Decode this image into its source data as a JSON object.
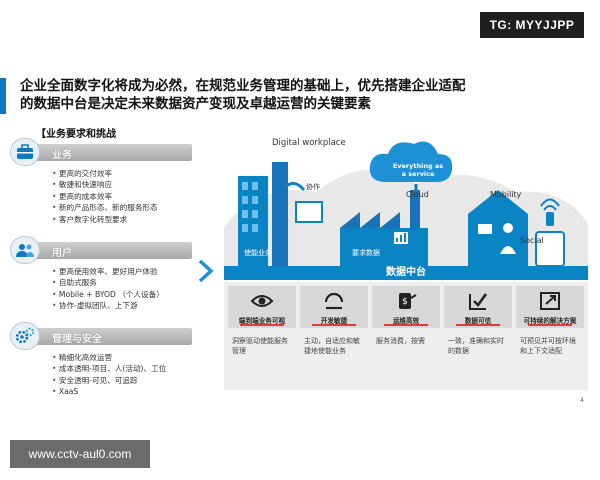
{
  "watermarks": {
    "top": "TG: MYYJJPP",
    "bottom": "www.cctv-aul0.com"
  },
  "title": {
    "line1": "企业全面数字化将成为必然，在规范业务管理的基础上，优先搭建企业适配",
    "line2": "的数据中台是决定未来数据资产变现及卓越运营的关键要素"
  },
  "requirements_title": "【业务要求和挑战",
  "sections": [
    {
      "label": "业务",
      "icon": "business-icon",
      "items": [
        "更高的交付效率",
        "敏捷和快速响应",
        "更高的成本效率",
        "新的产品形态、新的服务形态",
        "客户数字化转型要求"
      ]
    },
    {
      "label": "用户",
      "icon": "users-icon",
      "items": [
        "更高使用效率、更好用户体验",
        "自助式服务",
        "Mobile + BYOD （个人设备）",
        "协作-虚拟团队、上下游"
      ]
    },
    {
      "label": "管理与安全",
      "icon": "gears-icon",
      "items": [
        "精细化高效运营",
        "成本透明-项目、人(活动)、工位",
        "安全透明-可见、可追踪",
        "XaaS"
      ]
    }
  ],
  "illustration": {
    "digital_workplace": "Digital workplace",
    "cloud_text": "Everything as a service",
    "cloud": "Cloud",
    "mobility": "Mobility",
    "social": "Social",
    "collab": "协作",
    "enable_business": "使能业务",
    "requirements_data": "要求数据"
  },
  "data_platform": "数据中台",
  "cards": [
    {
      "title": "端到端业务可视",
      "icon": "eye-icon",
      "desc": "洞察驱动使能服务管理"
    },
    {
      "title": "开发敏捷",
      "icon": "agile-icon",
      "desc": "主动，自适应和敏捷地使能业务"
    },
    {
      "title": "运维高效",
      "icon": "ops-icon",
      "desc": "服务消费，按需"
    },
    {
      "title": "数据可信",
      "icon": "check-icon",
      "desc": "一致，准确和实时的数据"
    },
    {
      "title": "可持续的解决方案",
      "icon": "expand-icon",
      "desc": "可预见并可按环境和上下文适配"
    }
  ],
  "page_number": "4",
  "colors": {
    "accent": "#0a7bc0",
    "platform_bar": "#0b84c6",
    "underline": "#e53935"
  }
}
